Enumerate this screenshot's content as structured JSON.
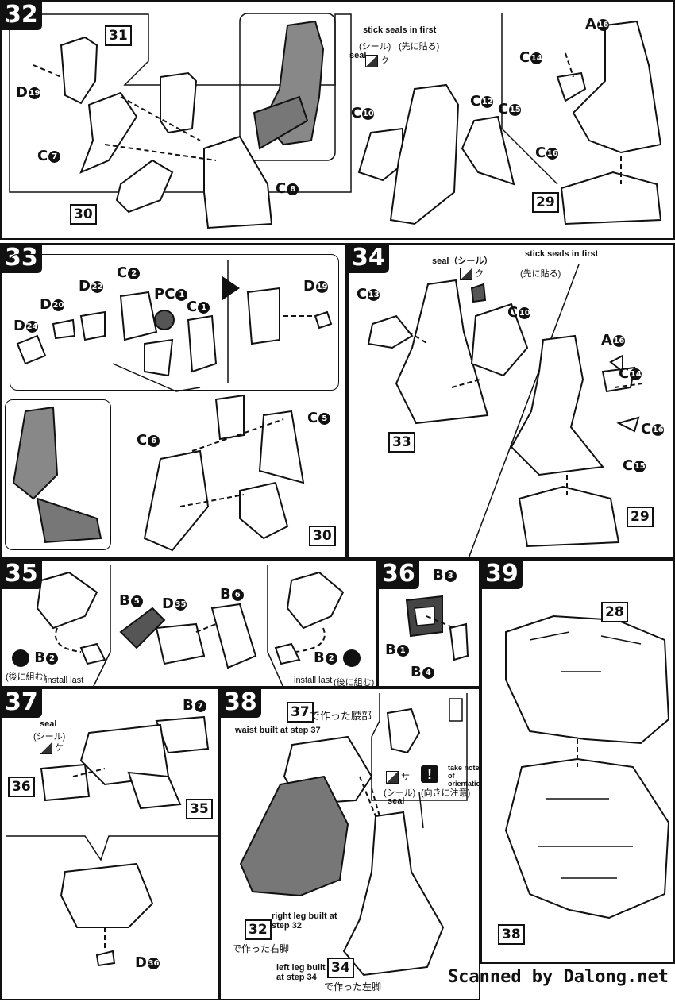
{
  "s32": {
    "step": "32",
    "parts": {
      "D19": "D",
      "n19": "19",
      "C7": "C",
      "n7": "7",
      "C8": "C",
      "n8": "8",
      "C10": "C",
      "n10": "10",
      "C12": "C",
      "n12": "12",
      "A16": "A",
      "nA16": "16",
      "C14": "C",
      "n14": "14",
      "C15": "C",
      "n15": "15",
      "C16": "C",
      "n16": "16"
    },
    "boxes": {
      "b31": "31",
      "b30": "30",
      "b29": "29"
    },
    "seal_note": "stick seals in first",
    "seal_jp": "(シール)",
    "seal_jp2": "(先に貼る)",
    "seal": "seal",
    "seal_code": "ク"
  },
  "s33": {
    "step": "33",
    "parts": {
      "C2": "C",
      "n2": "2",
      "D22": "D",
      "n22": "22",
      "D20": "D",
      "n20": "20",
      "D24": "D",
      "n24": "24",
      "PC1": "PC",
      "nPC1": "1",
      "C1": "C",
      "n1": "1",
      "D19": "D",
      "n19": "19",
      "C5": "C",
      "n5": "5",
      "C6": "C",
      "n6": "6"
    },
    "boxes": {
      "b30": "30"
    }
  },
  "s34": {
    "step": "34",
    "seal": "seal（シール）",
    "seal_code": "ク",
    "seal_note": "stick seals in first",
    "seal_jp2": "(先に貼る)",
    "parts": {
      "C13": "C",
      "n13": "13",
      "C10": "C",
      "n10": "10",
      "A16": "A",
      "nA16": "16",
      "C14": "C",
      "n14": "14",
      "C16": "C",
      "n16": "16",
      "C15": "C",
      "n15": "15"
    },
    "boxes": {
      "b33": "33",
      "b29": "29"
    }
  },
  "s35": {
    "step": "35",
    "parts": {
      "B2a": "B",
      "n2a": "2",
      "B5": "B",
      "n5": "5",
      "D35": "D",
      "n35": "35",
      "B6": "B",
      "n6": "6",
      "B2b": "B",
      "n2b": "2"
    },
    "jp_a": "(後に組む)",
    "jp_b": "(後に組む)",
    "install_a": "install last",
    "install_b": "install last"
  },
  "s36": {
    "step": "36",
    "parts": {
      "B3": "B",
      "n3": "3",
      "B1": "B",
      "n1": "1",
      "B4": "B",
      "n4": "4"
    }
  },
  "s37": {
    "step": "37",
    "seal": "seal",
    "seal_jp": "(シール)",
    "seal_code": "ケ",
    "parts": {
      "B7": "B",
      "n7": "7",
      "D36": "D",
      "n36": "36"
    },
    "boxes": {
      "b36": "36",
      "b35": "35"
    }
  },
  "s38": {
    "step": "38",
    "b37": "37",
    "jp37": "で作った腰部",
    "waist_note": "waist built at step 37",
    "seal_code": "サ",
    "seal_jp": "(シール)",
    "seal": "seal",
    "orient_jp": "(向きに注意)",
    "orient_note": "take note of orientation",
    "b32": "32",
    "right_leg_note": "right leg built at step 32",
    "jp32": "で作った右脚",
    "left_leg_note": "left leg built at step 34",
    "b34": "34",
    "jp34": "で作った左脚"
  },
  "s39": {
    "step": "39",
    "boxes": {
      "b28": "28",
      "b38": "38"
    }
  },
  "footer": "Scanned by Dalong.net"
}
